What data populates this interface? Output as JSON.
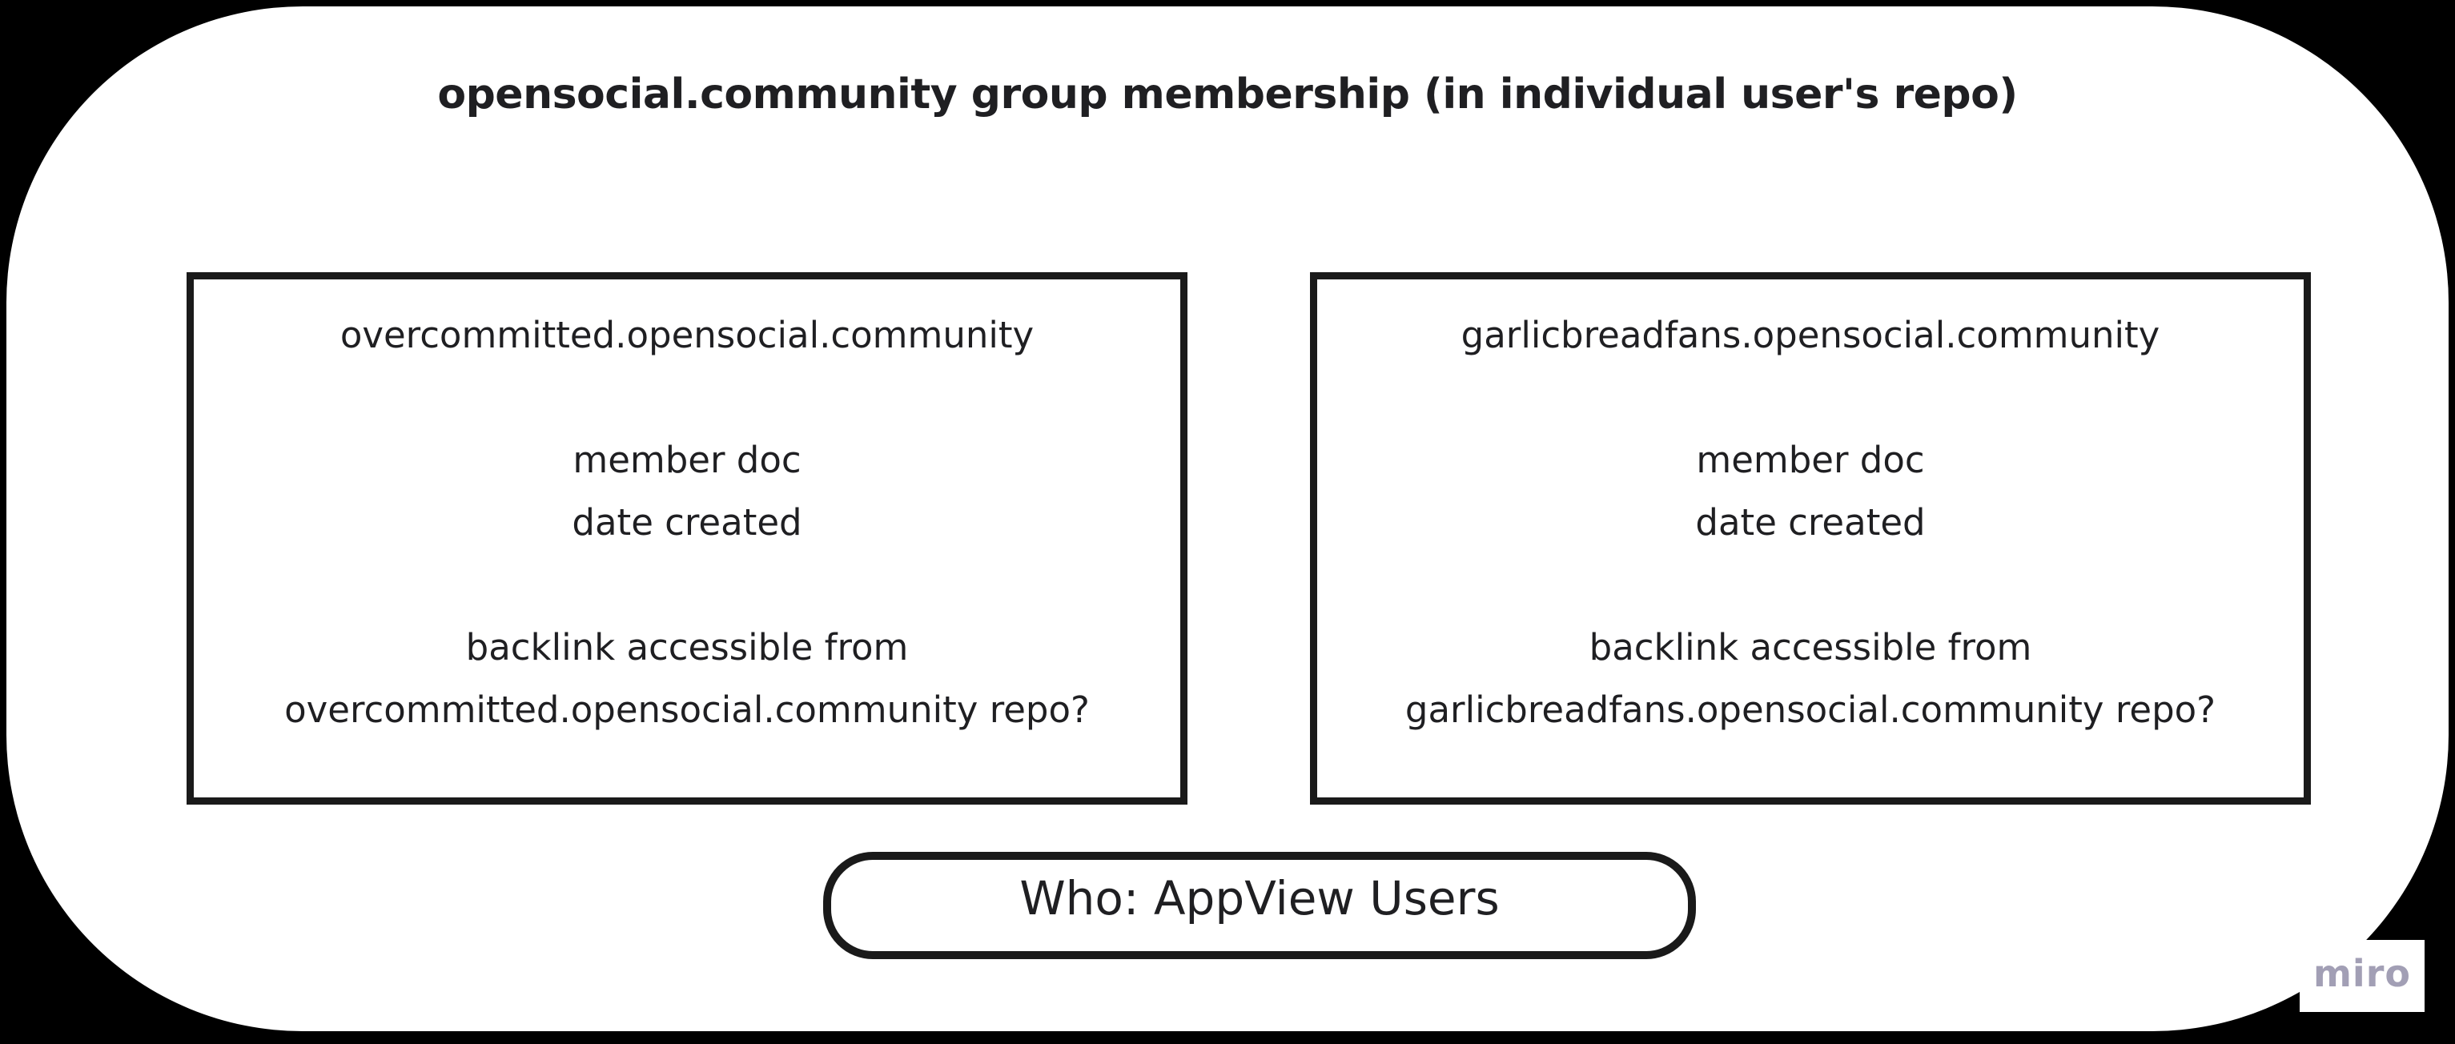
{
  "theme": {
    "bg": "#000000",
    "surface": "#ffffff",
    "line": "#1a1a1a",
    "text": "#1f1f22",
    "miro": "#a29fb5"
  },
  "title": "opensocial.community group membership (in individual user's repo)",
  "boxes": [
    {
      "lines": [
        "overcommitted.opensocial.community",
        "",
        "member doc",
        "date created",
        "",
        "backlink accessible from",
        "overcommitted.opensocial.community repo?"
      ]
    },
    {
      "lines": [
        "garlicbreadfans.opensocial.community",
        "",
        "member doc",
        "date created",
        "",
        "backlink accessible from",
        "garlicbreadfans.opensocial.community repo?"
      ]
    }
  ],
  "who_pill": {
    "label": "Who: AppView Users"
  },
  "watermark": {
    "label": "miro"
  }
}
